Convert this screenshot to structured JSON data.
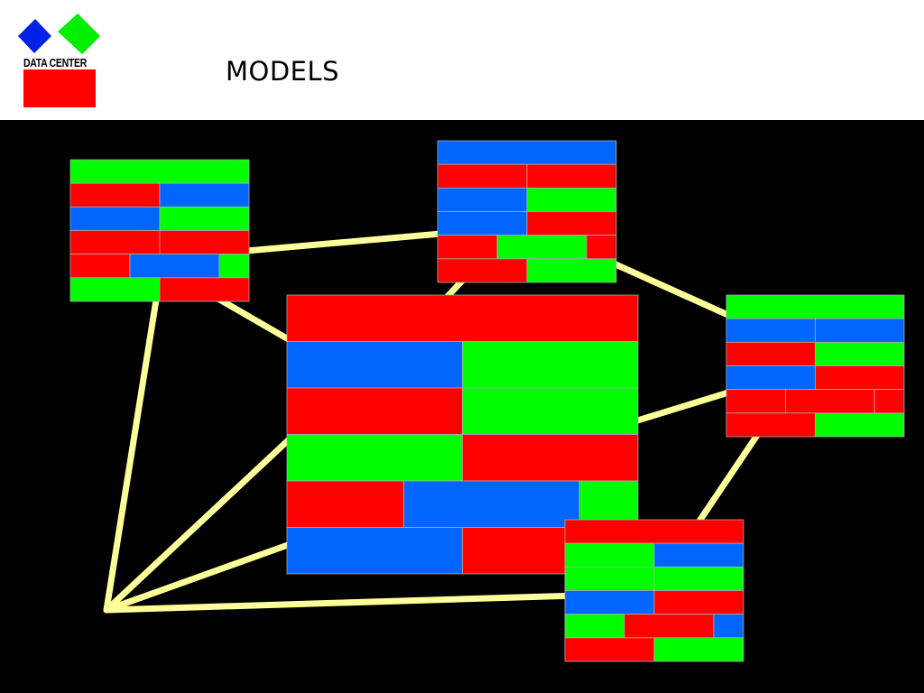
{
  "header": {
    "title": "MODELS",
    "logo": {
      "text": "DATA CENTER",
      "icon": "data-center-logo-icon",
      "colors": {
        "blue": "#0022e6",
        "green": "#00ee00",
        "red": "#ff0000"
      }
    }
  },
  "diagram": {
    "background": "#000000",
    "connector_color": "#ffff99",
    "palette": {
      "R": "#ff0000",
      "G": "#00ff00",
      "B": "#0066ff"
    },
    "blocks": [
      {
        "name": "block-top-left",
        "rows": [
          [
            [
              "G",
              1
            ]
          ],
          [
            [
              "R",
              1
            ],
            [
              "B",
              1
            ]
          ],
          [
            [
              "B",
              1
            ],
            [
              "G",
              1
            ]
          ],
          [
            [
              "R",
              1
            ],
            [
              "R",
              1
            ]
          ],
          [
            [
              "R",
              2
            ],
            [
              "B",
              3
            ],
            [
              "G",
              1
            ]
          ],
          [
            [
              "G",
              1
            ],
            [
              "R",
              1
            ]
          ]
        ]
      },
      {
        "name": "block-top-center",
        "rows": [
          [
            [
              "B",
              1
            ]
          ],
          [
            [
              "R",
              1
            ],
            [
              "R",
              1
            ]
          ],
          [
            [
              "B",
              1
            ],
            [
              "G",
              1
            ]
          ],
          [
            [
              "B",
              1
            ],
            [
              "R",
              1
            ]
          ],
          [
            [
              "R",
              2
            ],
            [
              "G",
              3
            ],
            [
              "R",
              1
            ]
          ],
          [
            [
              "R",
              1
            ],
            [
              "G",
              1
            ]
          ]
        ]
      },
      {
        "name": "block-center",
        "rows": [
          [
            [
              "R",
              1
            ]
          ],
          [
            [
              "B",
              1
            ],
            [
              "G",
              1
            ]
          ],
          [
            [
              "R",
              1
            ],
            [
              "G",
              1
            ]
          ],
          [
            [
              "G",
              1
            ],
            [
              "R",
              1
            ]
          ],
          [
            [
              "R",
              2
            ],
            [
              "B",
              3
            ],
            [
              "G",
              1
            ]
          ],
          [
            [
              "B",
              1
            ],
            [
              "R",
              1
            ]
          ]
        ]
      },
      {
        "name": "block-right",
        "rows": [
          [
            [
              "G",
              1
            ]
          ],
          [
            [
              "B",
              1
            ],
            [
              "B",
              1
            ]
          ],
          [
            [
              "R",
              1
            ],
            [
              "G",
              1
            ]
          ],
          [
            [
              "B",
              1
            ],
            [
              "R",
              1
            ]
          ],
          [
            [
              "R",
              2
            ],
            [
              "R",
              3
            ],
            [
              "R",
              1
            ]
          ],
          [
            [
              "R",
              1
            ],
            [
              "G",
              1
            ]
          ]
        ]
      },
      {
        "name": "block-bottom-right",
        "rows": [
          [
            [
              "R",
              1
            ]
          ],
          [
            [
              "G",
              1
            ],
            [
              "B",
              1
            ]
          ],
          [
            [
              "G",
              1
            ],
            [
              "G",
              1
            ]
          ],
          [
            [
              "B",
              1
            ],
            [
              "R",
              1
            ]
          ],
          [
            [
              "G",
              2
            ],
            [
              "R",
              3
            ],
            [
              "B",
              1
            ]
          ],
          [
            [
              "R",
              1
            ],
            [
              "G",
              1
            ]
          ]
        ]
      }
    ],
    "connectors": [
      {
        "name": "connector-topleft-topcenter",
        "from": "block-top-left",
        "to": "block-top-center"
      },
      {
        "name": "connector-topleft-center",
        "from": "block-top-left",
        "to": "block-center"
      },
      {
        "name": "connector-topcenter-center",
        "from": "block-top-center",
        "to": "block-center"
      },
      {
        "name": "connector-topcenter-right",
        "from": "block-top-center",
        "to": "block-right"
      },
      {
        "name": "connector-center-right",
        "from": "block-center",
        "to": "block-right"
      },
      {
        "name": "connector-right-bottomright",
        "from": "block-right",
        "to": "block-bottom-right"
      },
      {
        "name": "connector-hub-topleft",
        "from": "hub-node",
        "to": "block-top-left"
      },
      {
        "name": "connector-hub-center-upper",
        "from": "hub-node",
        "to": "block-center"
      },
      {
        "name": "connector-hub-center-lower",
        "from": "hub-node",
        "to": "block-center"
      },
      {
        "name": "connector-hub-bottomright",
        "from": "hub-node",
        "to": "block-bottom-right"
      }
    ]
  }
}
